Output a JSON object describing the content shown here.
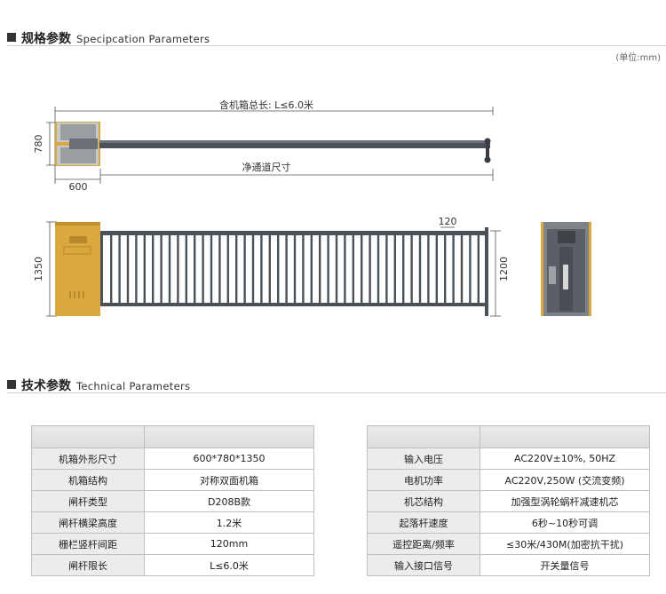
{
  "spec": {
    "title_cn": "规格参数",
    "title_en": "Specipcation  Parameters",
    "unit": "(单位:mm)",
    "top_total_length": "含机箱总长:  L≤6.0米",
    "top_clear_channel": "净通道尺寸",
    "dim_780": "780",
    "dim_600": "600",
    "dim_1350": "1350",
    "dim_1200": "1200",
    "dim_120": "120"
  },
  "tech": {
    "title_cn": "技术参数",
    "title_en": "Technical  Parameters",
    "left_rows": [
      {
        "key": "机箱外形尺寸",
        "value": "600*780*1350"
      },
      {
        "key": "机箱结构",
        "value": "对称双面机箱"
      },
      {
        "key": "闸杆类型",
        "value": "D208B款"
      },
      {
        "key": "闸杆横梁高度",
        "value": "1.2米"
      },
      {
        "key": "栅栏竖杆间距",
        "value": "120mm"
      },
      {
        "key": "闸杆限长",
        "value": "L≤6.0米"
      }
    ],
    "right_rows": [
      {
        "key": "输入电压",
        "value": "AC220V±10%,  50HZ"
      },
      {
        "key": "电机功率",
        "value": "AC220V,250W (交流变频)"
      },
      {
        "key": "机芯结构",
        "value": "加强型涡轮蜗杆减速机芯"
      },
      {
        "key": "起落杆速度",
        "value": "6秒~10秒可调"
      },
      {
        "key": "遥控距离/频率",
        "value": "≤30米/430M(加密抗干扰)"
      },
      {
        "key": "输入接口信号",
        "value": "开关量信号"
      }
    ]
  },
  "colors": {
    "cabinet": "#d9a83f",
    "bar": "#4b5158",
    "cabinet_grey": "#8a8f94"
  }
}
